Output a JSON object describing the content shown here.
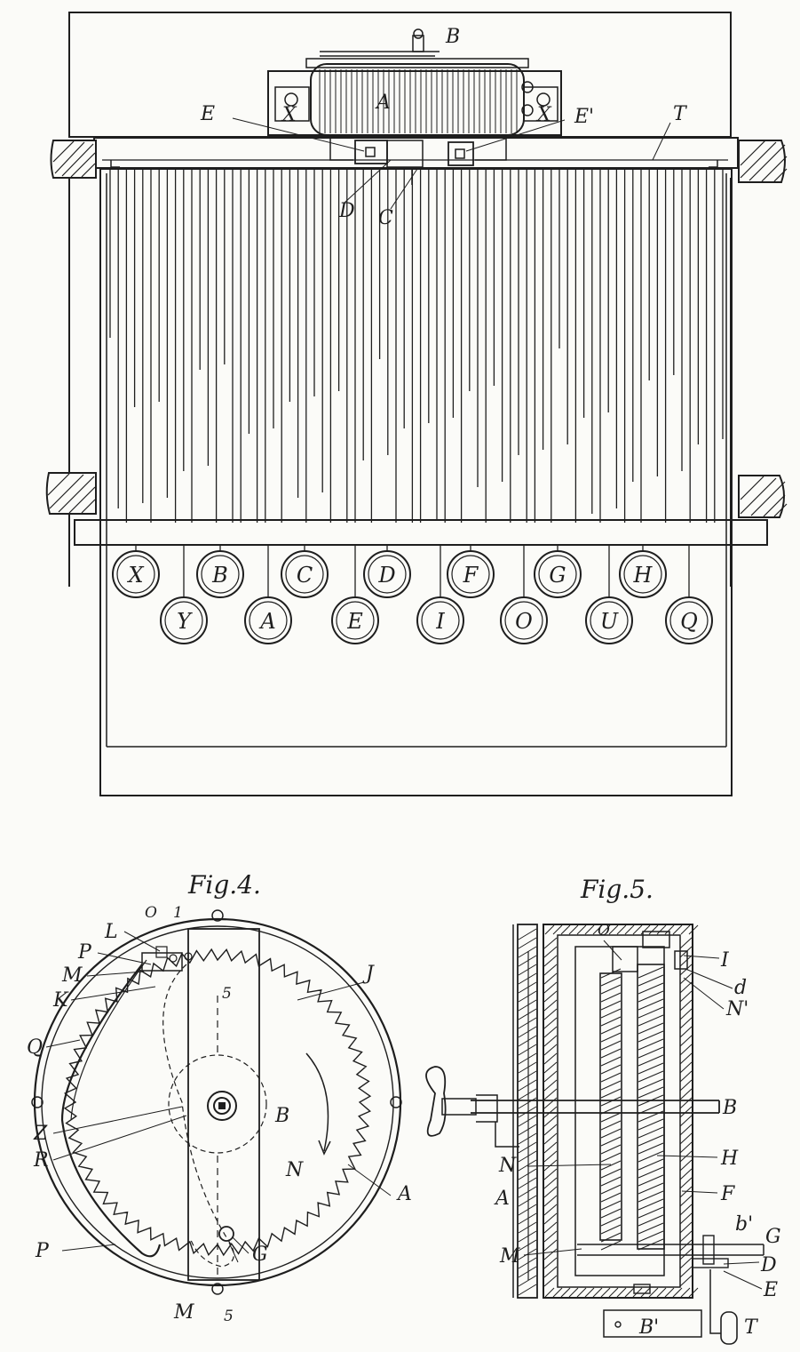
{
  "figures": {
    "fig4_title": "Fig.4.",
    "fig5_title": "Fig.5."
  },
  "top": {
    "labels": {
      "B": "B",
      "A": "A",
      "E": "E",
      "E_prime": "E'",
      "T": "T",
      "D": "D",
      "C": "C",
      "X_left": "X",
      "X_right": "X"
    },
    "keys_row1": [
      "X",
      "B",
      "C",
      "D",
      "F",
      "G",
      "H"
    ],
    "keys_row2": [
      "Y",
      "A",
      "E",
      "I",
      "O",
      "U",
      "Q"
    ]
  },
  "fig4": {
    "labels": {
      "O": "O",
      "one": "1",
      "L": "L",
      "P_top": "P",
      "M_left": "M",
      "K": "K",
      "J": "J",
      "Q": "Q",
      "five_top": "5",
      "Z": "Z",
      "B": "B",
      "R": "R",
      "N": "N",
      "A": "A",
      "P_bottom": "P",
      "G": "G",
      "M_bottom": "M",
      "five_bottom": "5"
    }
  },
  "fig5": {
    "labels": {
      "O": "O",
      "I": "I",
      "d": "d",
      "N_prime": "N'",
      "B": "B",
      "H": "H",
      "N": "N",
      "F": "F",
      "A": "A",
      "b_prime": "b'",
      "G": "G",
      "M": "M",
      "D": "D",
      "E": "E",
      "B_prime": "B'",
      "T": "T"
    }
  }
}
